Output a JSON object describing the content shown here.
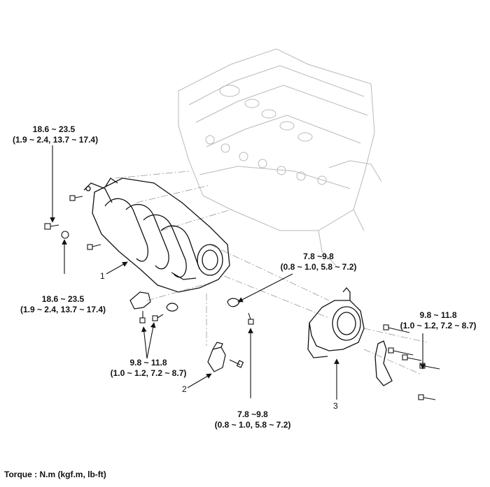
{
  "torque_callouts": [
    {
      "id": "t1",
      "line1": "18.6 ~ 23.5",
      "line2": "(1.9 ~ 2.4, 13.7 ~ 17.4)"
    },
    {
      "id": "t2",
      "line1": "18.6 ~ 23.5",
      "line2": "(1.9 ~ 2.4, 13.7 ~ 17.4)"
    },
    {
      "id": "t3",
      "line1": "9.8 ~ 11.8",
      "line2": "(1.0 ~ 1.2, 7.2 ~ 8.7)"
    },
    {
      "id": "t4",
      "line1": "7.8 ~9.8",
      "line2": "(0.8 ~ 1.0, 5.8 ~ 7.2)"
    },
    {
      "id": "t5",
      "line1": "7.8 ~9.8",
      "line2": "(0.8 ~ 1.0, 5.8 ~ 7.2)"
    },
    {
      "id": "t6",
      "line1": "9.8 ~ 11.8",
      "line2": "(1.0 ~ 1.2, 7.2 ~ 8.7)"
    }
  ],
  "part_numbers": [
    "1",
    "2",
    "3"
  ],
  "footer": "Torque : N.m (kgf.m, lb-ft)"
}
